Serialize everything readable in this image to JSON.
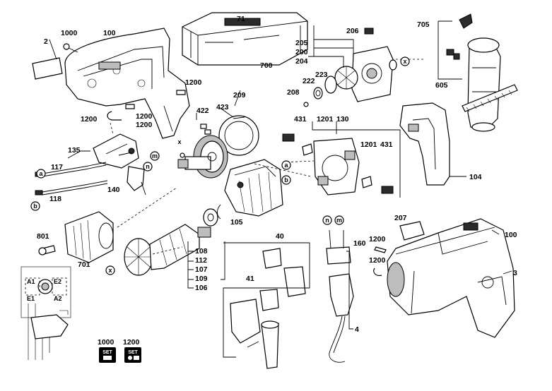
{
  "diagram": {
    "part_numbers": {
      "p71": "71",
      "p100_top": "100",
      "p1000_top": "1000",
      "p2": "2",
      "p700": "700",
      "p206": "206",
      "p705": "705",
      "p205": "205",
      "p200": "200",
      "p204": "204",
      "p223": "223",
      "p222": "222",
      "p208": "208",
      "p209": "209",
      "p1200_a": "1200",
      "p1200_b": "1200",
      "p1200_c": "1200",
      "p1200_d": "1200",
      "p605": "605",
      "p422": "422",
      "p423": "423",
      "p431_a": "431",
      "p1201_a": "1201",
      "p130": "130",
      "p1201_b": "1201",
      "p431_b": "431",
      "p135": "135",
      "p117": "117",
      "p118": "118",
      "p140": "140",
      "p104": "104",
      "p105": "105",
      "p801": "801",
      "p701": "701",
      "p40": "40",
      "p207": "207",
      "p1200_e": "1200",
      "p1200_f": "1200",
      "p100_right": "100",
      "p160": "160",
      "p108": "108",
      "p112": "112",
      "p107": "107",
      "p109": "109",
      "p106": "106",
      "p41": "41",
      "p3": "3",
      "p4": "4",
      "p1000_set": "1000",
      "p1200_set": "1200"
    },
    "callouts": {
      "x1": "x",
      "x2": "x",
      "x3": "x",
      "m1": "m",
      "m2": "m",
      "n1": "n",
      "n2": "n",
      "a1": "a",
      "a2": "a",
      "b1": "b",
      "b2": "b"
    },
    "wiring_labels": {
      "a1": "A1",
      "a2": "A2",
      "e1": "E1",
      "e2": "E2"
    },
    "set_badges": {
      "set1": "SET",
      "set2": "SET"
    }
  }
}
